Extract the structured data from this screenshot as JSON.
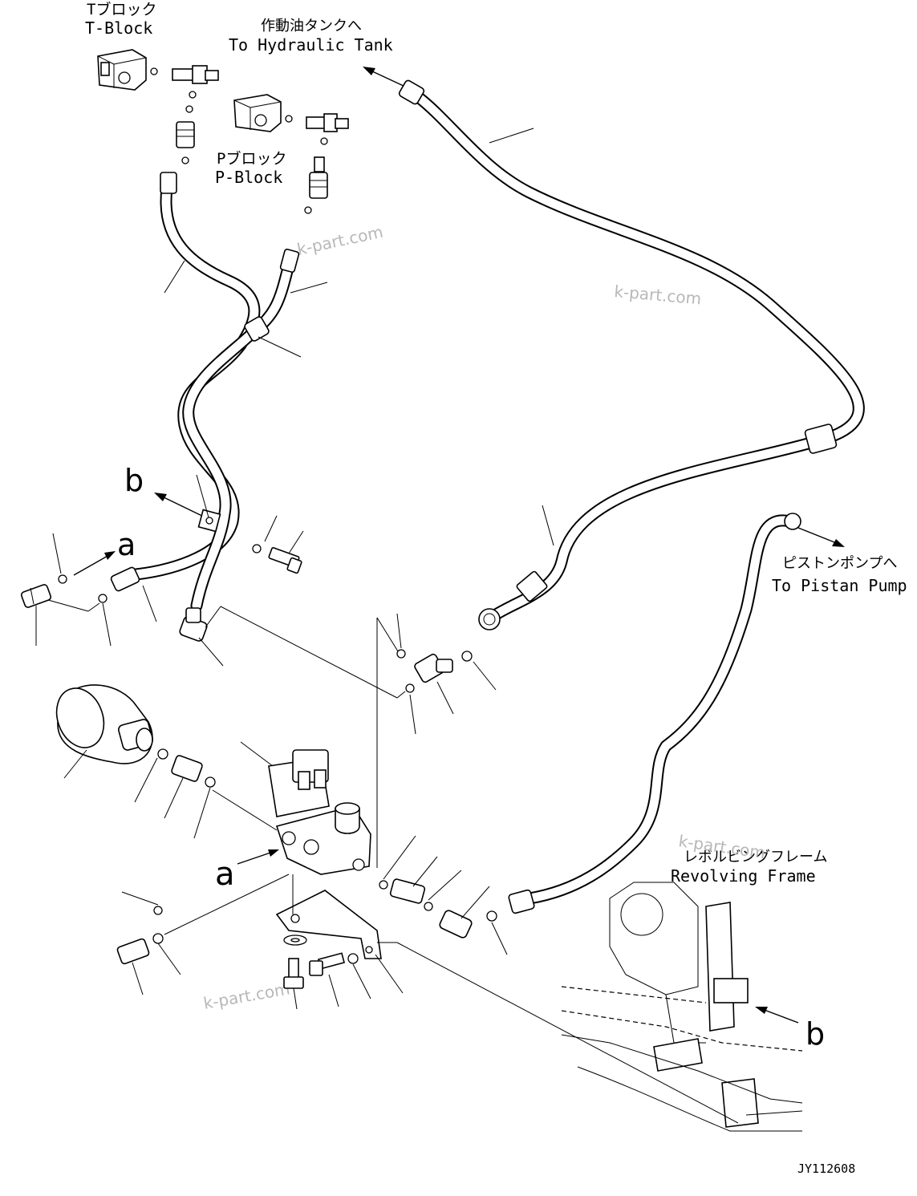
{
  "labels": {
    "t_block_jp": "Tブロック",
    "t_block_en": "T-Block",
    "p_block_jp": "Pブロック",
    "p_block_en": "P-Block",
    "hydraulic_tank_jp": "作動油タンクへ",
    "hydraulic_tank_en": "To Hydraulic Tank",
    "piston_pump_jp": "ピストンポンプへ",
    "piston_pump_en": "To Pistan Pump",
    "revolving_frame_jp": "レボルビングフレーム",
    "revolving_frame_en": "Revolving Frame",
    "ref_a_top": "a",
    "ref_a_valve": "a",
    "ref_b_left": "b",
    "ref_b_right": "b",
    "drawing_code": "JY112608"
  },
  "watermarks": [
    "k-part.com",
    "k-part.com",
    "k-part.com",
    "k-part.com"
  ]
}
